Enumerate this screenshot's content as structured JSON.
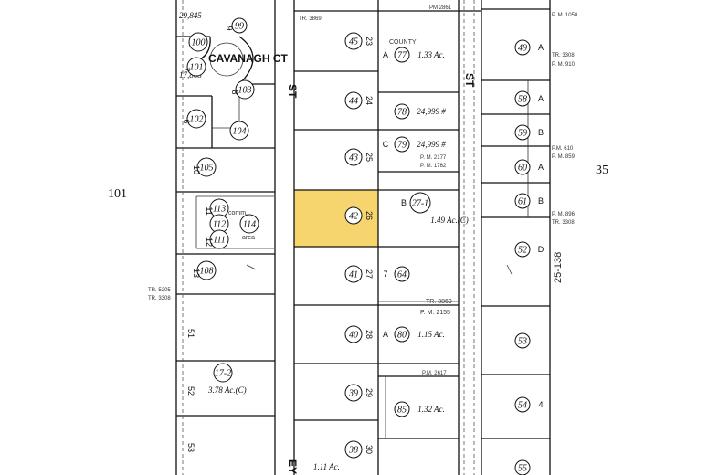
{
  "labels": {
    "highway_west": "101",
    "section_east": "35",
    "street_cul": "CAVANAGH CT",
    "street_st_left": "ST",
    "street_st_right": "ST",
    "street_bottom_left": "EY",
    "page_ref": "25-138",
    "county": "COUNTY",
    "comm": "comm.",
    "area": "area",
    "tr3869_mid": "TR. 3869",
    "pm2155_mid": "P. M. 2155",
    "tr3869_top": "TR. 3869",
    "pm2177": "P. M. 2177",
    "pm1762": "P. M. 1762",
    "tr5205": "TR. 5205",
    "tr3308": "TR. 3308",
    "pm1058": "P. M. 1058",
    "tr3308_right": "TR. 3308",
    "pm910": "P. M. 910",
    "pm610": "P.M. 610",
    "pm859": "P. M. 859",
    "pm896": "P. M. 896",
    "tr3308_b": "TR. 3308",
    "pm2861": "PM 2861",
    "pm2617": "P.M. 2617"
  },
  "highlight": {
    "parcel": "42",
    "lot": "26"
  },
  "center_parcels": [
    {
      "num": "45",
      "lot": "23"
    },
    {
      "num": "44",
      "lot": "24"
    },
    {
      "num": "43",
      "lot": "25"
    },
    {
      "num": "42",
      "lot": "26"
    },
    {
      "num": "41",
      "lot": "27"
    },
    {
      "num": "40",
      "lot": "28"
    },
    {
      "num": "39",
      "lot": "29"
    },
    {
      "num": "38",
      "lot": "30"
    }
  ],
  "mid_parcels": [
    {
      "num": "77",
      "letter": "A",
      "area": "1.33 Ac."
    },
    {
      "num": "78",
      "letter": "",
      "area": "24,999 #"
    },
    {
      "num": "79",
      "letter": "C",
      "area": "24,999 #"
    },
    {
      "num": "27-1",
      "letter": "B",
      "area": "1.49 Ac.(C)"
    },
    {
      "num": "64",
      "letter": "7",
      "area": ""
    },
    {
      "num": "80",
      "letter": "A",
      "area": "1.15 Ac."
    },
    {
      "num": "85",
      "letter": "",
      "area": "1.32 Ac."
    }
  ],
  "right_parcels": [
    {
      "num": "49",
      "letter": "A"
    },
    {
      "num": "58",
      "letter": "A"
    },
    {
      "num": "59",
      "letter": "B"
    },
    {
      "num": "60",
      "letter": "A"
    },
    {
      "num": "61",
      "letter": "B"
    },
    {
      "num": "52",
      "letter": "D"
    },
    {
      "num": "53",
      "letter": ""
    },
    {
      "num": "54",
      "letter": "4"
    },
    {
      "num": "55",
      "letter": ""
    }
  ],
  "left_parcels": [
    {
      "num": "99",
      "lot": "9"
    },
    {
      "num": "100",
      "lot": ""
    },
    {
      "num": "101",
      "lot": "7"
    },
    {
      "num": "103",
      "lot": "8"
    },
    {
      "num": "102",
      "lot": "6"
    },
    {
      "num": "104",
      "lot": ""
    },
    {
      "num": "105",
      "lot": "10"
    },
    {
      "num": "113",
      "lot": "11"
    },
    {
      "num": "112",
      "lot": ""
    },
    {
      "num": "114",
      "lot": ""
    },
    {
      "num": "111",
      "lot": "12"
    },
    {
      "num": "108",
      "lot": "13"
    },
    {
      "num": "17-2",
      "lot": "52"
    }
  ],
  "left_lots": [
    "51",
    "52",
    "53"
  ],
  "left_area": "3.78 Ac.(C)",
  "left_area_top": "17,868",
  "left_area_top2": "29,845",
  "bottom_area": "1.11 Ac."
}
